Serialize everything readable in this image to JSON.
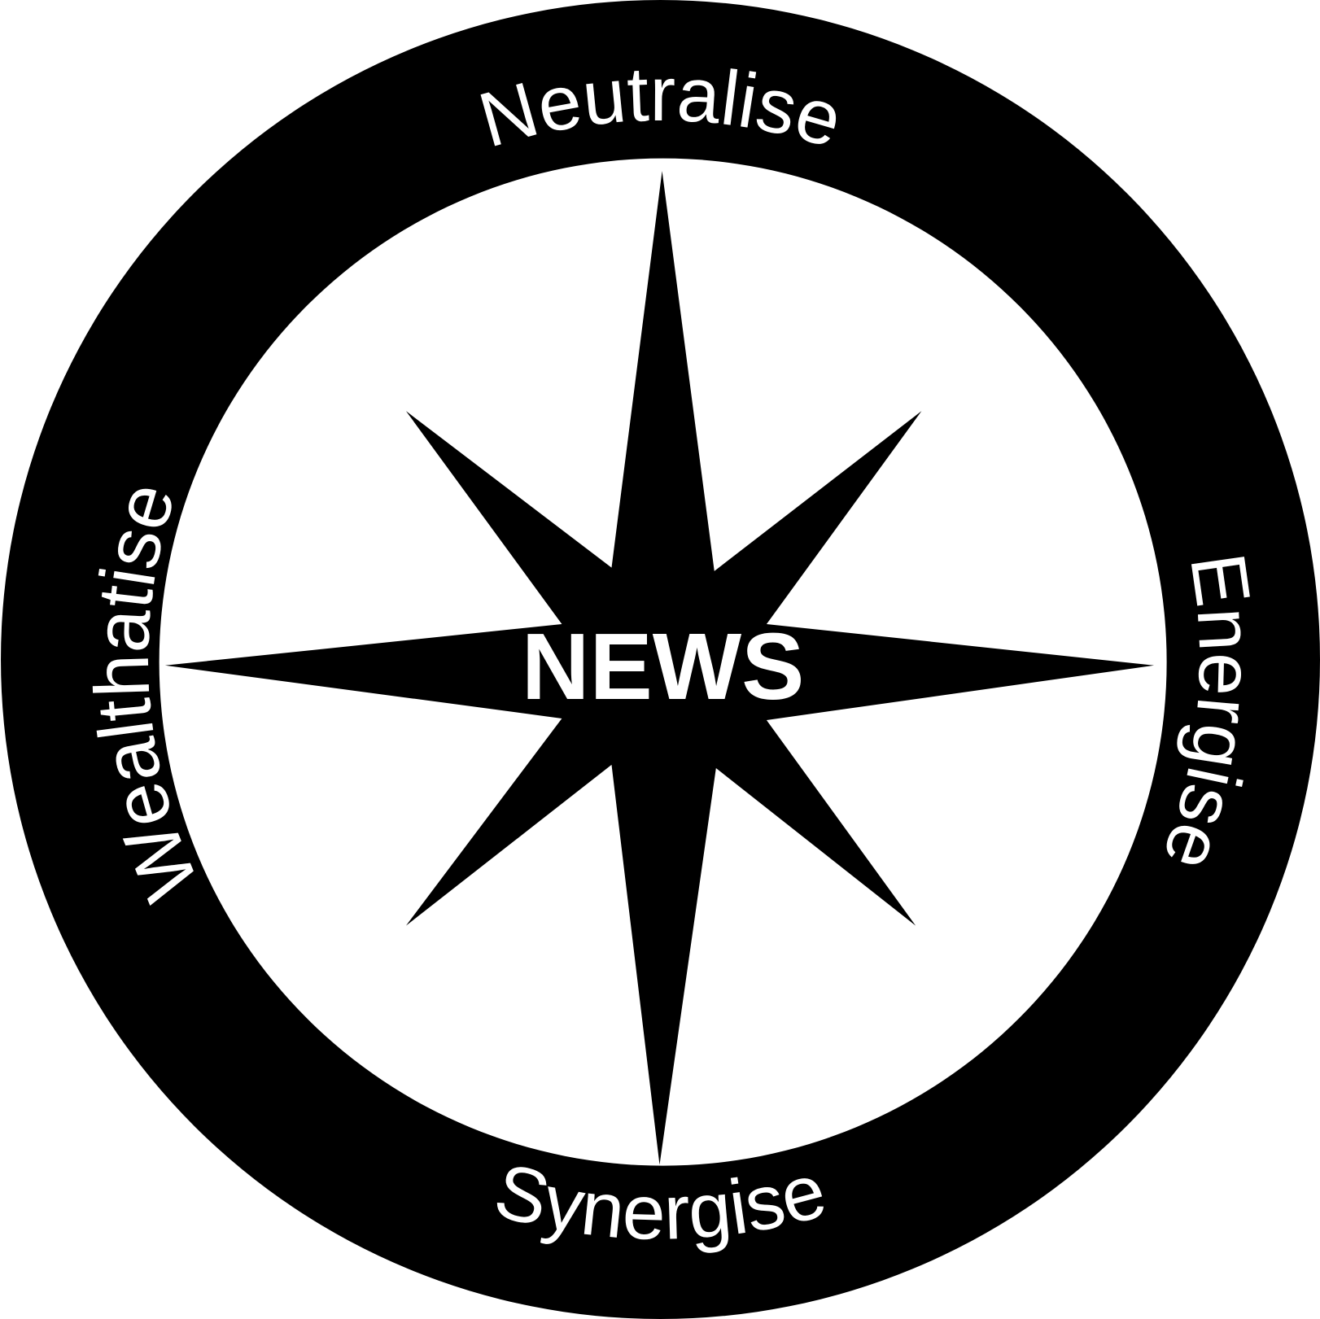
{
  "colors": {
    "ring": "#000000",
    "background": "#ffffff",
    "text": "#ffffff",
    "star": "#000000"
  },
  "center_label": "NEWS",
  "ring_labels": {
    "top": "Neutralise",
    "right": "Energise",
    "bottom": "Synergise",
    "left": "Wealthatise"
  }
}
